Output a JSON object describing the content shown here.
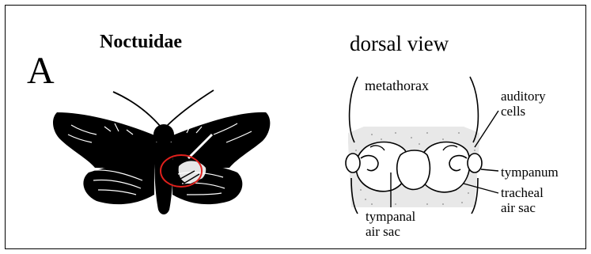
{
  "panel_letter": "A",
  "left_figure": {
    "title": "Noctuidae"
  },
  "right_figure": {
    "title": "dorsal view",
    "labels": {
      "metathorax": "metathorax",
      "auditory_cells": [
        "auditory",
        "cells"
      ],
      "tympanum": "tympanum",
      "tracheal_air_sac": [
        "tracheal",
        "air sac"
      ],
      "tympanal_air_sac": [
        "tympanal",
        "air sac"
      ]
    }
  },
  "colors": {
    "ink": "#000000",
    "highlight_circle": "#e0201c",
    "background": "#ffffff"
  }
}
